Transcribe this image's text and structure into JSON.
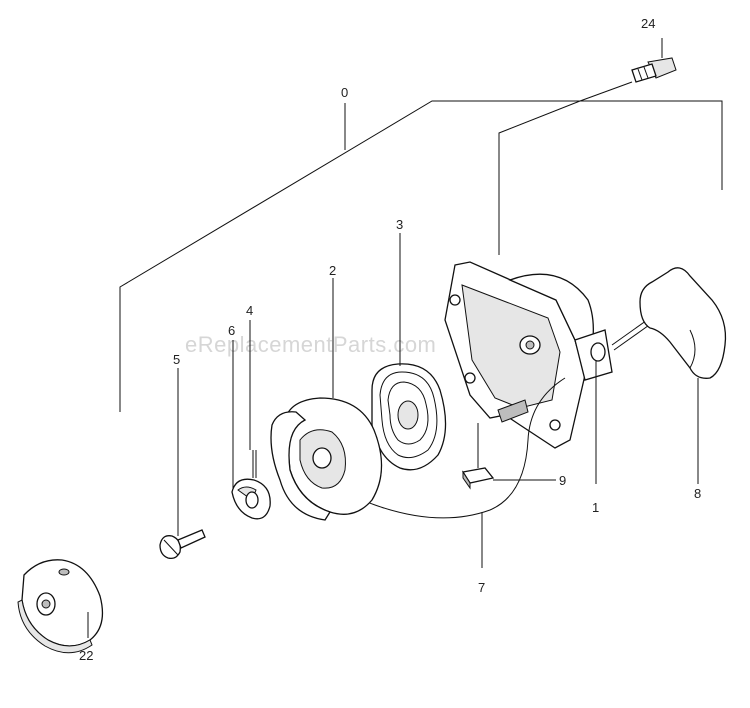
{
  "watermark": "eReplacementParts.com",
  "callouts": {
    "c0": "0",
    "c1": "1",
    "c2": "2",
    "c3": "3",
    "c4": "4",
    "c5": "5",
    "c6": "6",
    "c7": "7",
    "c8": "8",
    "c9": "9",
    "c22": "22",
    "c24": "24"
  }
}
